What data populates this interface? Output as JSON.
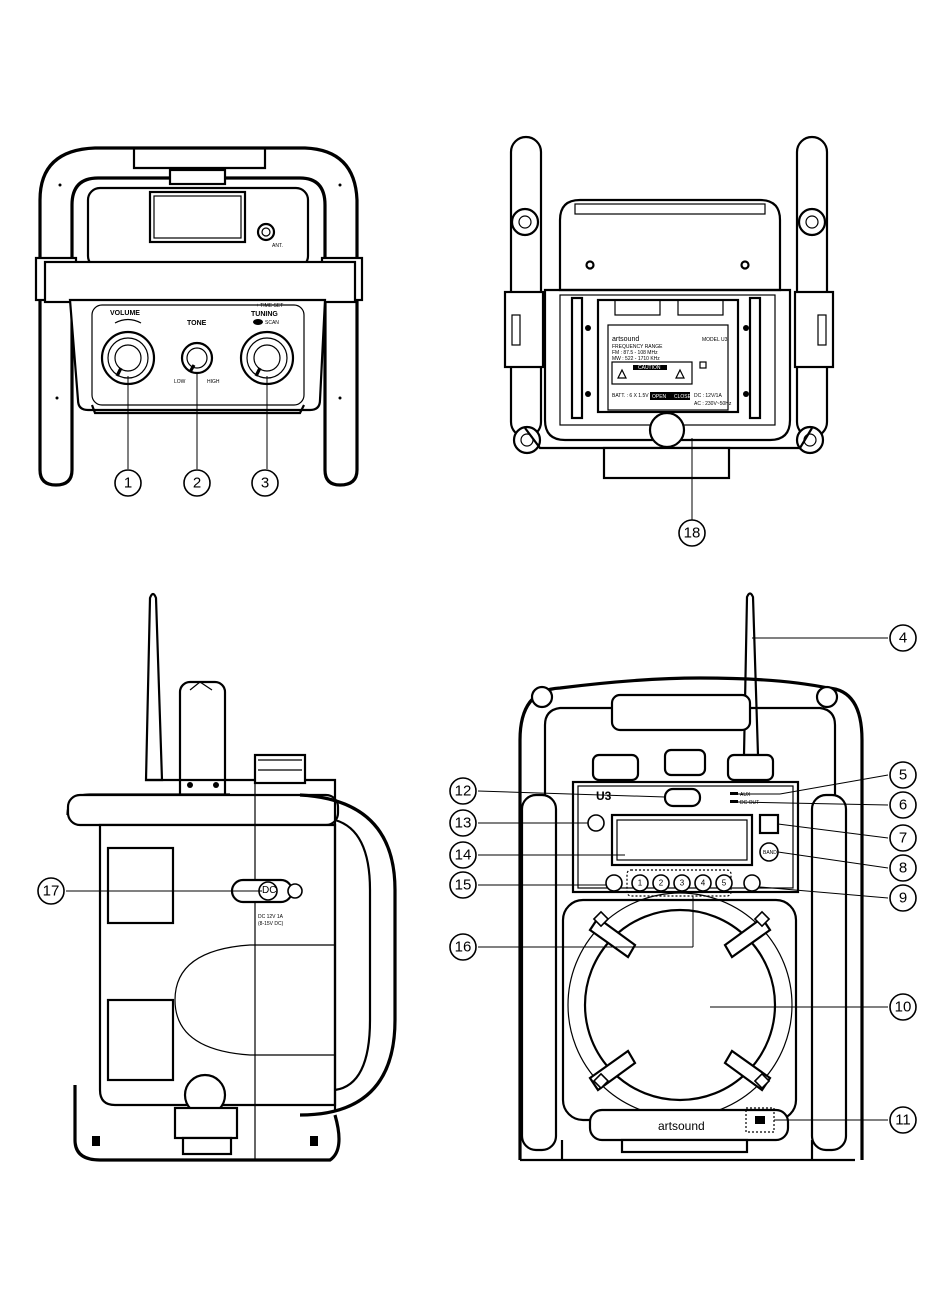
{
  "views": {
    "top": {
      "labels": {
        "volume": "VOLUME",
        "tone": "TONE",
        "timeset": "+ TIME SET",
        "tuning": "TUNING",
        "scan": "SCAN",
        "low": "LOW",
        "high": "HIGH",
        "ant": "ANT."
      }
    },
    "back": {
      "brand": "artsound",
      "model": "MODEL U3",
      "freq_title": "FREQUENCY RANGE",
      "fm": "FM : 87.5 - 108   MHz",
      "mw": "MW : 522 - 1710  KHz",
      "caution": "CAUTION",
      "batt": "BATT. : 6 X 1.5V",
      "open": "OPEN",
      "close": "CLOSE",
      "dc": "DC : 12V/1A",
      "ac": "AC : 230V~50Hz"
    },
    "side": {
      "dc": "DC",
      "spec1": "DC 12V 1A",
      "spec2": "(8-15V DC)"
    },
    "front": {
      "model": "U3",
      "aux": "AUX",
      "dcout": "DC OUT",
      "presets": [
        "1",
        "2",
        "3",
        "4",
        "5"
      ],
      "band": "BAND",
      "brand": "artsound"
    }
  },
  "callouts": [
    "1",
    "2",
    "3",
    "4",
    "5",
    "6",
    "7",
    "8",
    "9",
    "10",
    "11",
    "12",
    "13",
    "14",
    "15",
    "16",
    "17",
    "18"
  ]
}
